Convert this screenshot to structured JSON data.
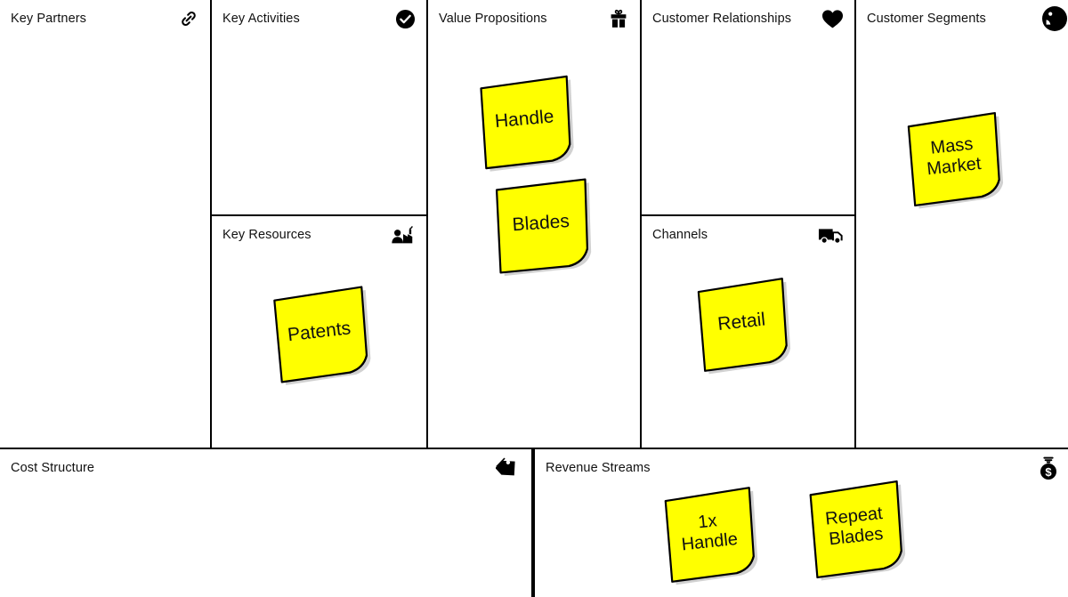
{
  "canvas": {
    "title": "Business Model Canvas",
    "note_color": "#FFFF00",
    "border_color": "#000000",
    "background": "#FFFFFF"
  },
  "blocks": [
    {
      "key": "key-partners",
      "title": "Key Partners",
      "icon": "link-icon",
      "notes": []
    },
    {
      "key": "key-activities",
      "title": "Key Activities",
      "icon": "check-circle-icon",
      "notes": []
    },
    {
      "key": "key-resources",
      "title": "Key Resources",
      "icon": "worker-factory-icon",
      "notes": [
        {
          "key": "note-patents",
          "text": "Patents"
        }
      ]
    },
    {
      "key": "value-propositions",
      "title": "Value Propositions",
      "icon": "gift-icon",
      "notes": [
        {
          "key": "note-handle",
          "text": "Handle"
        },
        {
          "key": "note-blades",
          "text": "Blades"
        }
      ]
    },
    {
      "key": "customer-relationships",
      "title": "Customer Relationships",
      "icon": "heart-icon",
      "notes": []
    },
    {
      "key": "channels",
      "title": "Channels",
      "icon": "truck-icon",
      "notes": [
        {
          "key": "note-retail",
          "text": "Retail"
        }
      ]
    },
    {
      "key": "customer-segments",
      "title": "Customer Segments",
      "icon": "person-head-icon",
      "notes": [
        {
          "key": "note-mass-market",
          "text": "Mass\nMarket"
        }
      ]
    },
    {
      "key": "cost-structure",
      "title": "Cost Structure",
      "icon": "price-tag-icon",
      "notes": []
    },
    {
      "key": "revenue-streams",
      "title": "Revenue Streams",
      "icon": "money-bag-icon",
      "notes": [
        {
          "key": "note-1x-handle",
          "text": "1x\nHandle"
        },
        {
          "key": "note-repeat-blades",
          "text": "Repeat\nBlades"
        }
      ]
    }
  ],
  "notes": {
    "handle": {
      "text": "Handle"
    },
    "blades": {
      "text": "Blades"
    },
    "patents": {
      "text": "Patents"
    },
    "retail": {
      "text": "Retail"
    },
    "mass_market": {
      "text": "Mass\nMarket"
    },
    "one_x_handle": {
      "text": "1x\nHandle"
    },
    "repeat_blades": {
      "text": "Repeat\nBlades"
    }
  },
  "titles": {
    "key_partners": "Key Partners",
    "key_activities": "Key Activities",
    "key_resources": "Key Resources",
    "value_propositions": "Value Propositions",
    "customer_relationships": "Customer Relationships",
    "channels": "Channels",
    "customer_segments": "Customer Segments",
    "cost_structure": "Cost Structure",
    "revenue_streams": "Revenue Streams"
  }
}
